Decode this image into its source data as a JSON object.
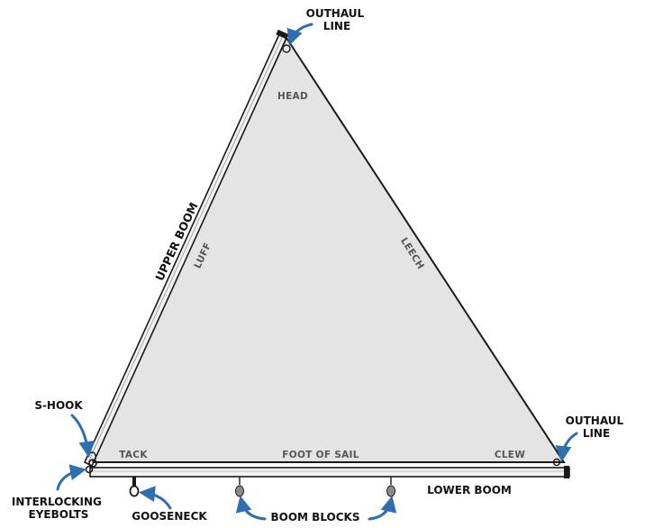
{
  "labels": {
    "outhaul_top": [
      "OUTHAUL",
      "LINE"
    ],
    "outhaul_right": [
      "OUTHAUL",
      "LINE"
    ],
    "head": "HEAD",
    "upper_boom": "UPPER BOOM",
    "luff": "LUFF",
    "leech": "LEECH",
    "s_hook": "S-HOOK",
    "tack": "TACK",
    "foot": "FOOT OF SAIL",
    "clew": "CLEW",
    "lower_boom": "LOWER BOOM",
    "interlocking_eyebolts": [
      "INTERLOCKING",
      "EYEBOLTS"
    ],
    "gooseneck": "GOOSENECK",
    "boom_blocks": "BOOM BLOCKS"
  },
  "colors": {
    "sail_fill": "#e4e4e4",
    "boom_fill": "#f2f2f2",
    "outline": "#1a1a1a",
    "arrow": "#2f6fb0",
    "sail_text": "#555555",
    "callout_text": "#111111",
    "hardware": "#8a8a8a"
  }
}
